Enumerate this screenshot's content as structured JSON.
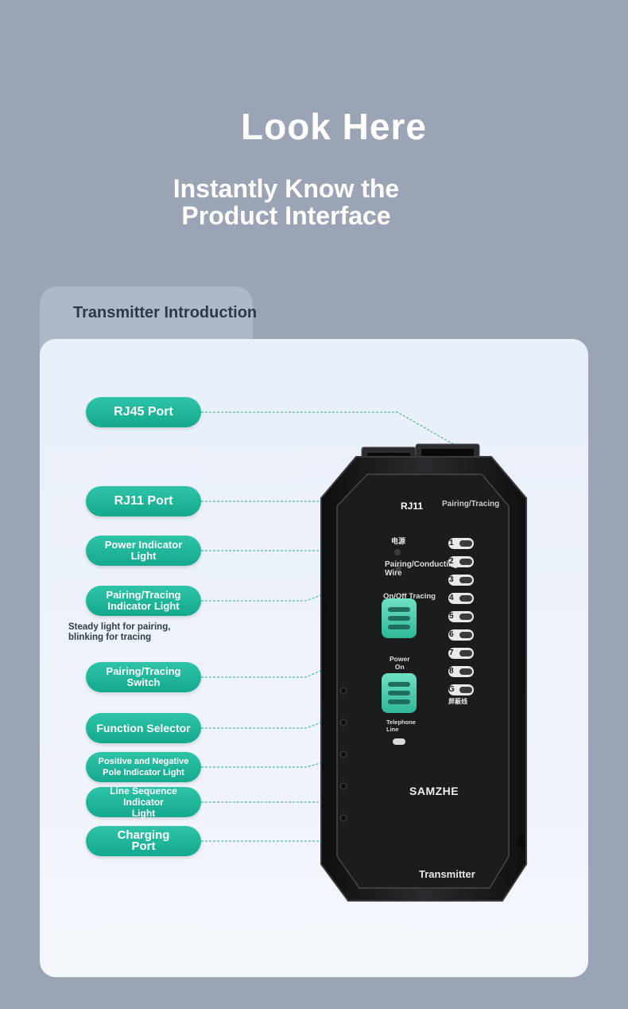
{
  "hero": {
    "title": "Look Here",
    "subtitle": "Instantly Know the\nProduct Interface"
  },
  "section_tab": "Transmitter Introduction",
  "labels": [
    {
      "id": "rj45",
      "text": "RJ45 Port"
    },
    {
      "id": "rj11",
      "text": "RJ11 Port"
    },
    {
      "id": "power",
      "text": "Power Indicator\nLight"
    },
    {
      "id": "pairing-light",
      "text": "Pairing/Tracing\nIndicator Light"
    },
    {
      "id": "pairing-switch",
      "text": "Pairing/Tracing\nSwitch"
    },
    {
      "id": "function",
      "text": "Function Selector"
    },
    {
      "id": "polarity",
      "text": "Positive and Negative\nPole Indicator Light"
    },
    {
      "id": "sequence",
      "text": "Line Sequence Indicator\nLight"
    },
    {
      "id": "charging",
      "text": "Charging\nPort"
    }
  ],
  "note": "Steady light for pairing,\nblinking for tracing",
  "device": {
    "rj11_label": "RJ11",
    "pairing_tracing": "Pairing/Tracing",
    "power_cn": "电源",
    "pairing_cond": "Pairing/Conducting\nWire",
    "onoff_tracing": "On/Off Tracing",
    "power_on": "Power\nOn",
    "telephone_line": "Telephone\nLine",
    "leds": [
      "1",
      "2",
      "3",
      "4",
      "5",
      "6",
      "7",
      "8",
      "G"
    ],
    "shield_cn": "屏蔽线",
    "brand": "SAMZHE",
    "model_label": "Transmitter"
  },
  "colors": {
    "accent": "#1db89c",
    "background": "#9ba4b5",
    "card": "#eef2f9",
    "device_body": "#1c1d1f"
  }
}
